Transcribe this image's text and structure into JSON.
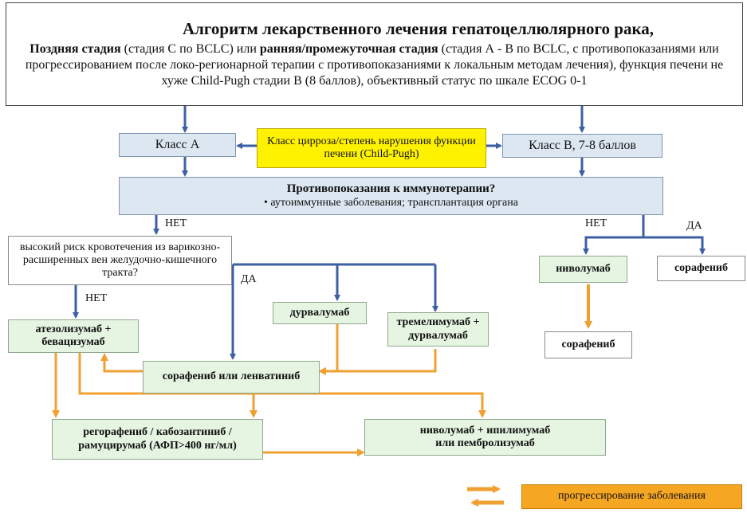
{
  "header": {
    "title": "Алгоритм лекарственного лечения гепатоцеллюлярного рака,",
    "bold1": "Поздняя стадия",
    "text1": " (стадия С по BCLC) или ",
    "bold2": "ранняя/промежуточная стадия",
    "text2": " (стадия А - В по BCLC, с противопоказаниями или прогрессированием после локо-регионарной терапии с противопоказаниями к локальным методам лечения), функция печени не хуже Child-Pugh стадии В (8 баллов), объективный статус по шкале ECOG 0-1"
  },
  "boxes": {
    "class_a": "Класс А",
    "child_pugh": "Класс цирроза/степень нарушения функции печени (Child-Pugh)",
    "class_b": "Класс В, 7-8 баллов",
    "contra_title": "Противопоказания к иммунотерапии?",
    "contra_text": "• аутоиммунные заболевания; трансплантация органа",
    "bleeding": "высокий риск кровотечения из варикозно-расширенных вен желудочно-кишечного тракта?",
    "atezo": "атезолизумаб + бевацизумаб",
    "durva": "дурвалумаб",
    "treme": "тремелимумаб + дурвалумаб",
    "sora_lenva": "сорафениб или ленватиниб",
    "rego": "регорафениб / кабозантиниб / рамуцирумаб (АФП>400 нг/мл)",
    "nivo_ipi": "ниволумаб + ипилимумаб или пембролизумаб",
    "nivo": "ниволумаб",
    "sora_right": "сорафениб",
    "sora_bottom": "сорафениб"
  },
  "labels": {
    "no1": "НЕТ",
    "no2": "НЕТ",
    "no3": "НЕТ",
    "yes1": "ДА",
    "yes2": "ДА"
  },
  "legend": {
    "text": "прогрессирование заболевания"
  },
  "colors": {
    "blue_arrow": "#3d5fa3",
    "orange_arrow": "#f0a030"
  }
}
